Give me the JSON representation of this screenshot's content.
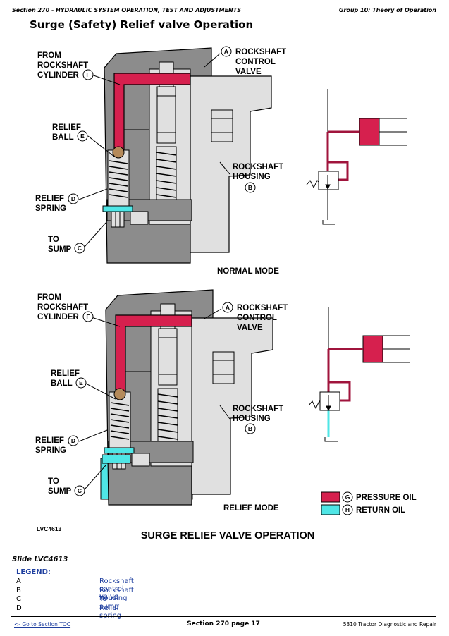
{
  "header": {
    "left": "Section 270 - HYDRAULIC SYSTEM OPERATION, TEST AND ADJUSTMENTS",
    "right": "Group 10: Theory of Operation"
  },
  "title": "Surge (Safety) Relief valve Operation",
  "figure": {
    "labels": {
      "from_cyl_1": "FROM",
      "from_cyl_2": "ROCKSHAFT",
      "from_cyl_3": "CYLINDER",
      "ctrl_1": "ROCKSHAFT",
      "ctrl_2": "CONTROL",
      "ctrl_3": "VALVE",
      "ball_1": "RELIEF",
      "ball_2": "BALL",
      "housing_1": "ROCKSHAFT",
      "housing_2": "HOUSING",
      "spring_1": "RELIEF",
      "spring_2": "SPRING",
      "sump_1": "TO",
      "sump_2": "SUMP"
    },
    "callouts": {
      "A": "A",
      "B": "B",
      "C": "C",
      "D": "D",
      "E": "E",
      "F": "F",
      "G": "G",
      "H": "H"
    },
    "normal_mode": "NORMAL MODE",
    "relief_mode": "RELIEF MODE",
    "key": {
      "pressure": "PRESSURE OIL",
      "return": "RETURN OIL"
    },
    "figure_id": "LVC4613",
    "caption": "SURGE RELIEF VALVE OPERATION",
    "colors": {
      "pressure": "#d6204e",
      "return": "#4fe6e6",
      "housing": "#8c8c8c",
      "light": "#e0e0e0"
    }
  },
  "slide": "Slide LVC4613",
  "legend": {
    "heading": "LEGEND:",
    "items": [
      {
        "key": "A",
        "value": "Rockshaft control valve"
      },
      {
        "key": "B",
        "value": "Rockshaft housing"
      },
      {
        "key": "C",
        "value": "To sump"
      },
      {
        "key": "D",
        "value": "Relief spring"
      }
    ]
  },
  "footer": {
    "left": "<- Go to Section TOC",
    "center": "Section 270 page 17",
    "right": "5310 Tractor Diagnostic and Repair"
  }
}
